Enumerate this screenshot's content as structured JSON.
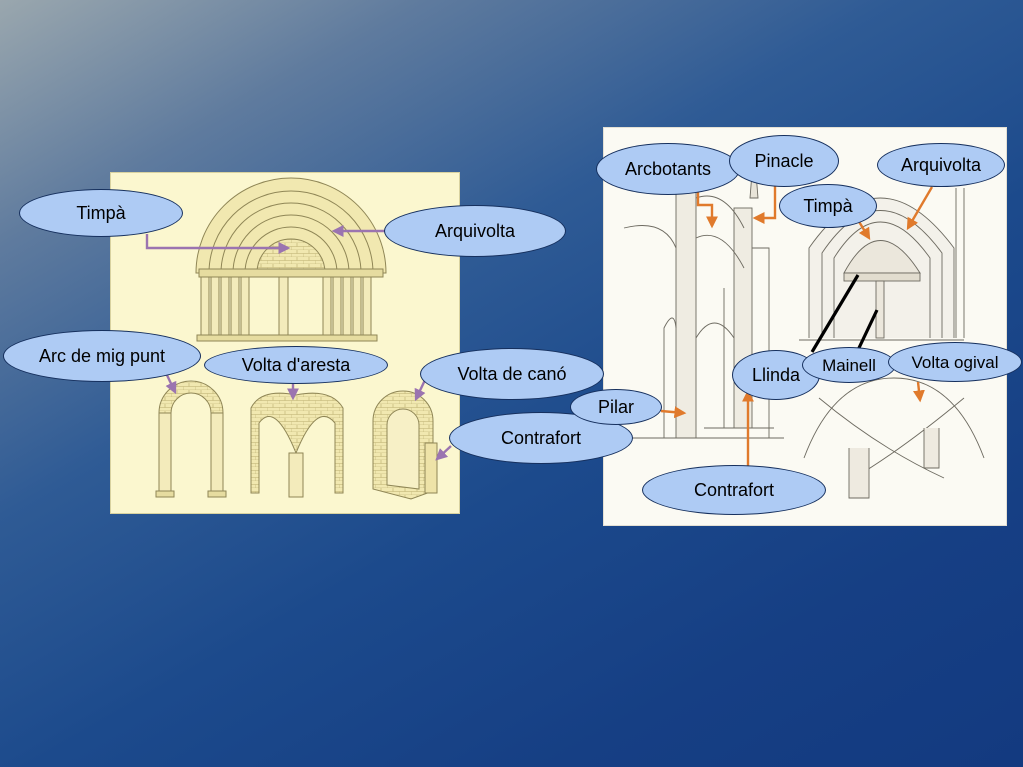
{
  "romanesque": {
    "labels": {
      "timpa": "Timpà",
      "arquivolta": "Arquivolta",
      "arc_mig_punt": "Arc de mig punt",
      "volta_aresta": "Volta d'aresta",
      "volta_cano": "Volta de canó",
      "contrafort": "Contrafort"
    }
  },
  "gothic": {
    "labels": {
      "arcbotants": "Arcbotants",
      "pinacle": "Pinacle",
      "arquivolta": "Arquivolta",
      "timpa": "Timpà",
      "llinda": "Llinda",
      "mainell": "Mainell",
      "volta_ogival": "Volta ogival",
      "pilar": "Pilar",
      "contrafort": "Contrafort"
    }
  },
  "colors": {
    "label_fill": "#aecbf4",
    "label_border": "#16305e",
    "romanesque_arrow": "#9b74b0",
    "gothic_arrow": "#e07a2c",
    "romanesque_bg": "#fbf7cf",
    "gothic_bg": "#fbfaf3"
  }
}
